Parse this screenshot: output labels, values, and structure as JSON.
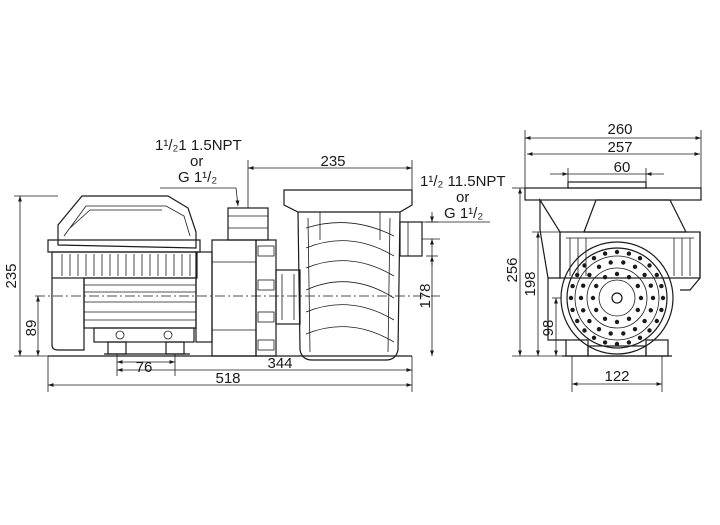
{
  "dimensions": {
    "overall_length": "518",
    "overall_height": "235",
    "shaft_height": "89",
    "foot_spacing": "76",
    "base_to_pump": "344",
    "strainer_width": "235",
    "discharge_height": "178",
    "side_width_max": "260",
    "side_width": "257",
    "top_offset": "60",
    "side_height": "256",
    "side_shaft_height": "198",
    "side_base_height": "98",
    "side_foot_width": "122"
  },
  "inlet_callout": {
    "line1": "1¹/₂1 1.5NPT",
    "line2": "or",
    "line3": "G 1¹/₂"
  },
  "outlet_callout": {
    "line1": "1¹/₂ 11.5NPT",
    "line2": "or",
    "line3": "G 1¹/₂"
  }
}
